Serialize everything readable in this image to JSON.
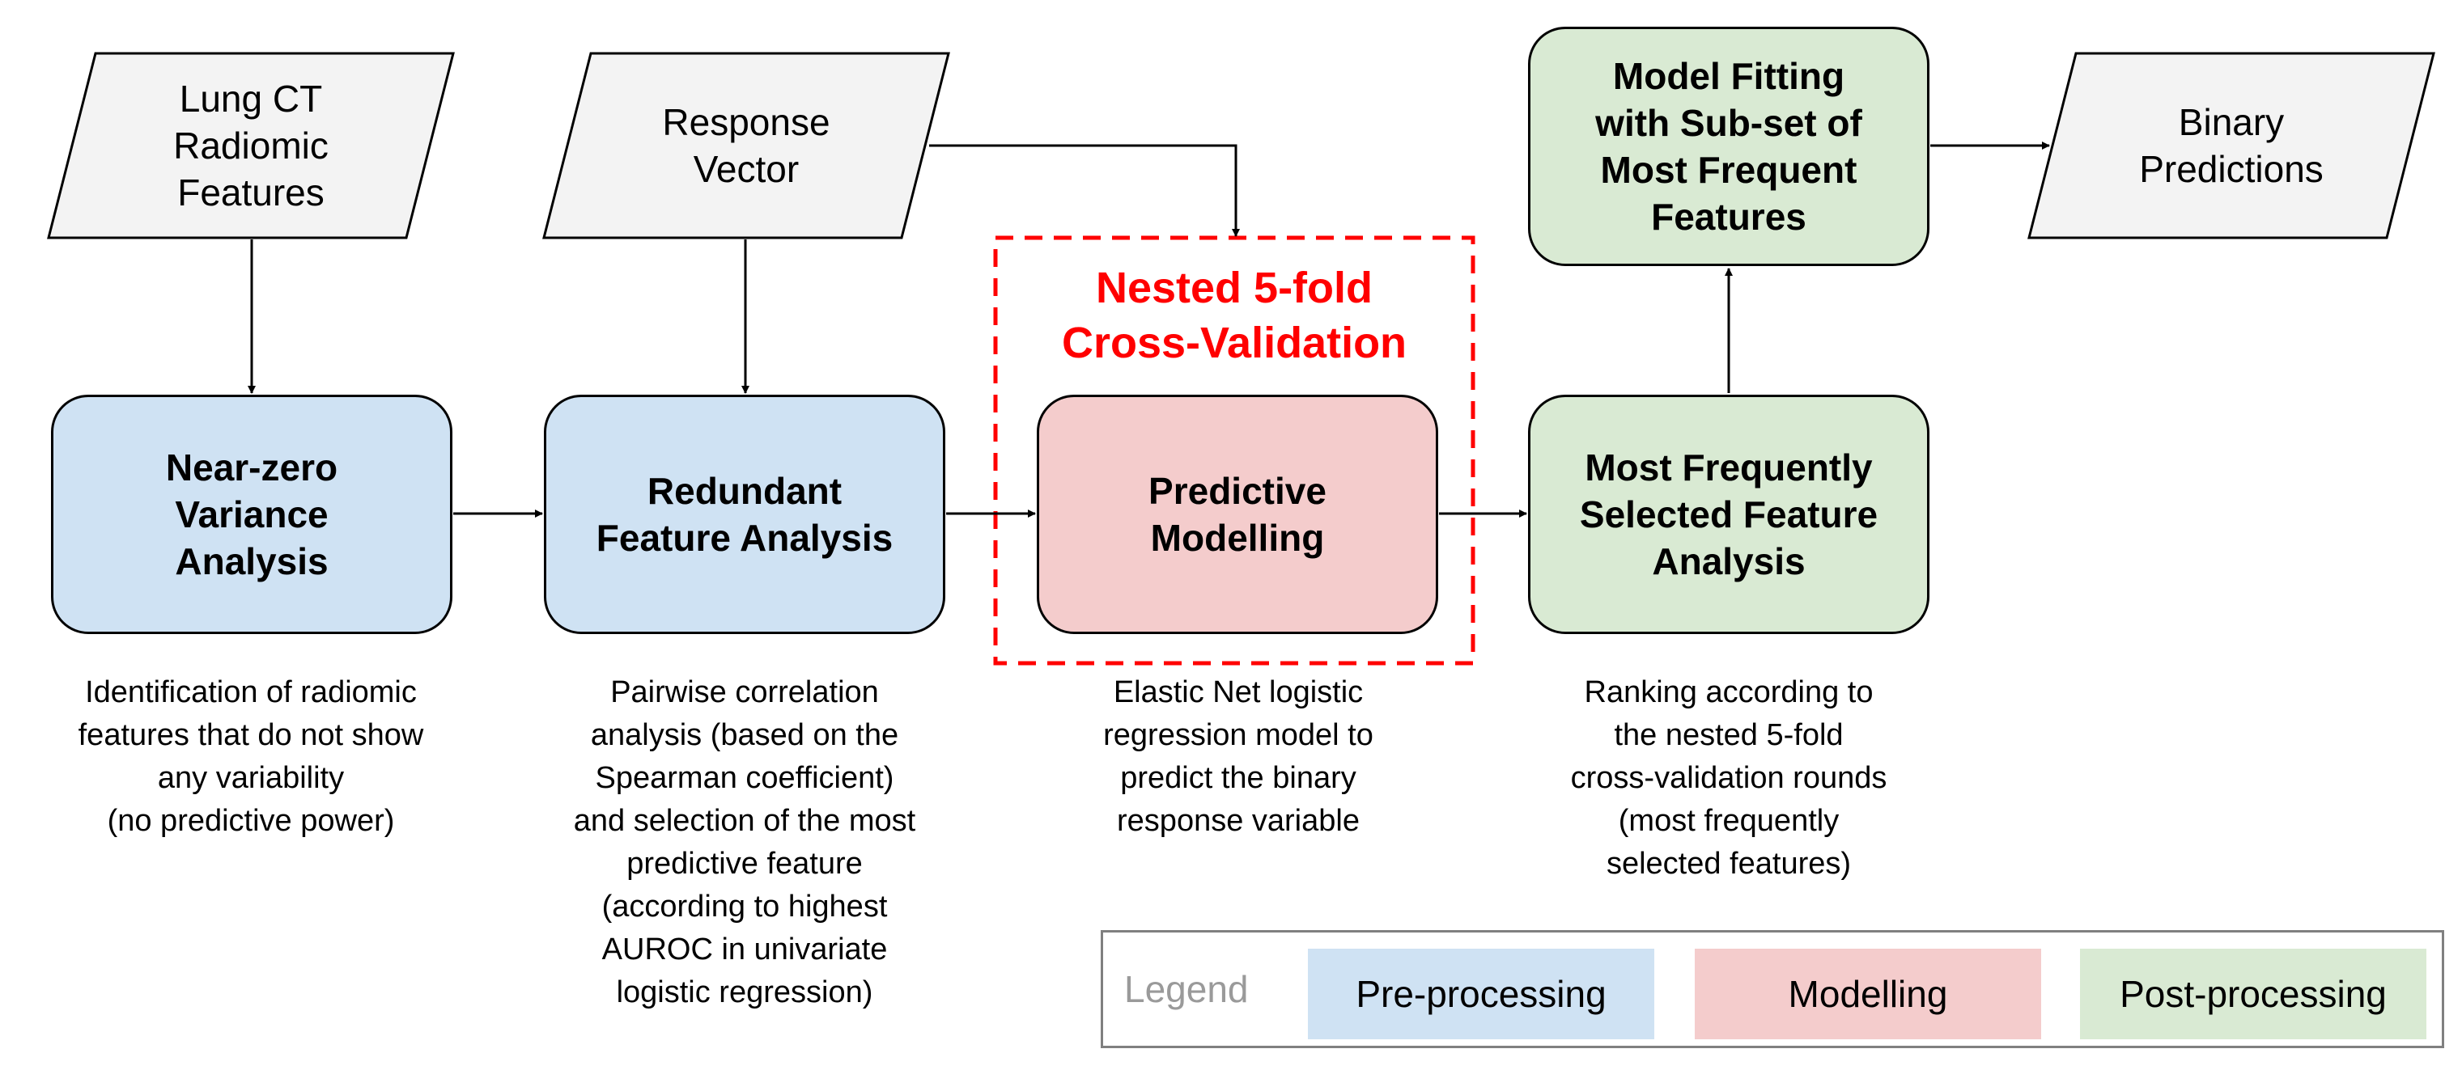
{
  "inputs": {
    "lung_ct": "Lung CT\nRadiomic\nFeatures",
    "response_vector": "Response\nVector",
    "binary_predictions": "Binary\nPredictions"
  },
  "boxes": {
    "near_zero": "Near-zero\nVariance\nAnalysis",
    "redundant": "Redundant\nFeature Analysis",
    "predictive": "Predictive\nModelling",
    "most_frequent": "Most Frequently\nSelected Feature\nAnalysis",
    "model_fitting": "Model Fitting\nwith Sub-set of\nMost Frequent\nFeatures"
  },
  "cross_validation_label": "Nested 5-fold\nCross-Validation",
  "descriptions": {
    "near_zero": "Identification of radiomic\nfeatures that do not show\nany variability\n(no predictive power)",
    "redundant": "Pairwise correlation\nanalysis (based on the\nSpearman coefficient)\nand selection of the most\npredictive feature\n(according to highest\nAUROC in univariate\nlogistic regression)",
    "predictive": "Elastic Net logistic\nregression model to\npredict the binary\nresponse variable",
    "most_frequent": "Ranking according to\nthe nested 5-fold\ncross-validation rounds\n(most frequently\nselected features)"
  },
  "legend": {
    "title": "Legend",
    "pre": "Pre-processing",
    "mod": "Modelling",
    "post": "Post-processing"
  },
  "colors": {
    "pre_processing": "#cfe2f3",
    "modelling": "#f4cccc",
    "post_processing": "#d9ead3",
    "input": "#f3f3f3",
    "cross_validation": "#ff0000"
  }
}
